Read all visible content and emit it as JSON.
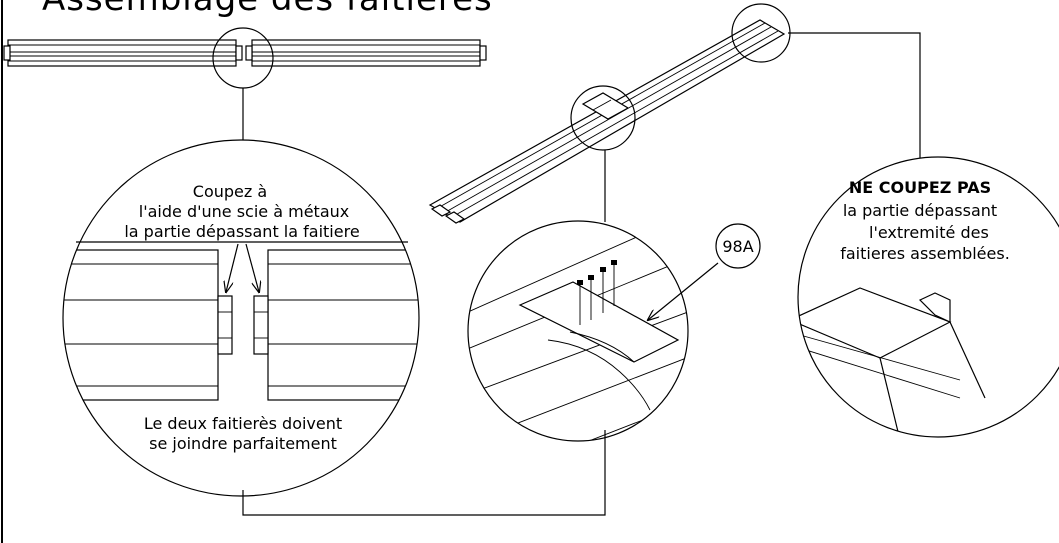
{
  "title": "Assemblage des faitieres",
  "left_detail": {
    "instruction_lines": [
      "Coupez à",
      "l'aide d'une scie à métaux",
      "la partie dépassant la faitiere"
    ],
    "result_lines": [
      "Le deux faitierès doivent",
      "se joindre parfaitement"
    ]
  },
  "middle_detail": {
    "part_label": "98A"
  },
  "right_detail": {
    "warning": "NE COUPEZ PAS",
    "note_lines": [
      "la partie dépassant",
      "l'extremité des",
      "faitieres assemblées."
    ]
  }
}
